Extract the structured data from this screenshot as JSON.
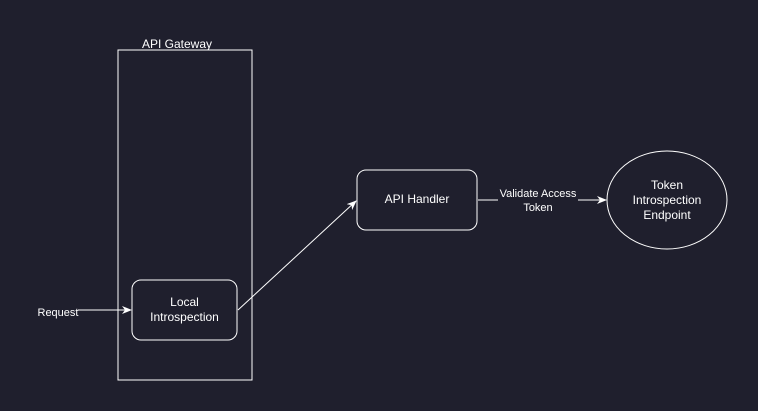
{
  "colors": {
    "background": "#1f1f2d",
    "stroke": "#ffffff",
    "text": "#ffffff"
  },
  "diagram": {
    "gateway": {
      "label": "API Gateway"
    },
    "nodes": {
      "local_introspection": {
        "line1": "Local",
        "line2": "Introspection"
      },
      "api_handler": {
        "label": "API Handler"
      },
      "token_endpoint": {
        "line1": "Token",
        "line2": "Introspection",
        "line3": "Endpoint"
      }
    },
    "edges": {
      "request": {
        "label": "Request"
      },
      "validate": {
        "line1": "Validate Access",
        "line2": "Token"
      }
    }
  }
}
